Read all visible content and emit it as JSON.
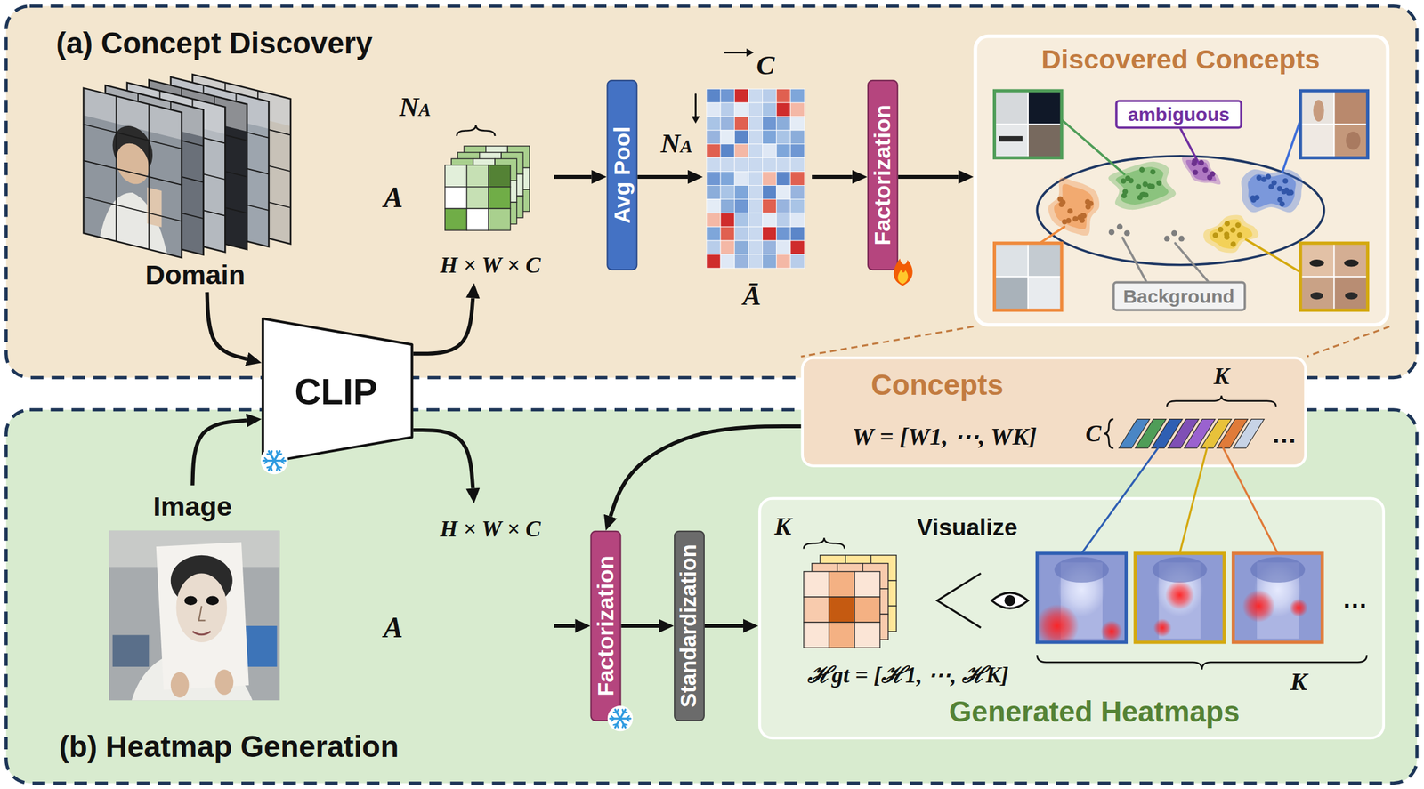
{
  "diagram": {
    "nodes": [
      {
        "text": [
          "(a) Concept Discovery"
        ]
      },
      {
        "text": [
          "Domain"
        ],
        "in": 0
      },
      {
        "text": [
          "NA",
          "A",
          "H × W × C"
        ],
        "in": 0
      },
      {
        "text": [
          "Avg Pool"
        ],
        "in": 0
      },
      {
        "text": [
          "C",
          "NA",
          "Ā"
        ],
        "in": 0
      },
      {
        "text": [
          "Factorization"
        ],
        "in": 0
      },
      {
        "text": [
          "Discovered Concepts"
        ],
        "in": 0
      },
      {
        "text": [
          "ambiguous"
        ],
        "in": 6
      },
      {
        "text": [
          "Background"
        ],
        "in": 6
      },
      {
        "text": [
          "CLIP"
        ]
      },
      {
        "text": [
          "Concepts",
          "W = [W1, ⋯, WK]",
          "C",
          "K",
          "…"
        ]
      },
      {
        "text": [
          "(b) Heatmap Generation"
        ]
      },
      {
        "text": [
          "Image"
        ],
        "in": 11
      },
      {
        "text": [
          "H × W × C",
          "A"
        ],
        "in": 11
      },
      {
        "text": [
          "Factorization"
        ],
        "in": 11
      },
      {
        "text": [
          "Standardization"
        ],
        "in": 11
      },
      {
        "text": [
          "K",
          "Visualize",
          "…",
          "ℋgt = [ℋ1, ⋯, ℋK]",
          "K",
          "Generated Heatmaps"
        ],
        "in": 11
      }
    ],
    "edges": [
      {
        "from": 1,
        "to": 9,
        "arrow": "to"
      },
      {
        "from": 9,
        "to": 2,
        "arrow": "to"
      },
      {
        "from": 2,
        "to": 3,
        "arrow": "to"
      },
      {
        "from": 3,
        "to": 4,
        "arrow": "to"
      },
      {
        "from": 4,
        "to": 5,
        "arrow": "to"
      },
      {
        "from": 5,
        "to": 6,
        "arrow": "to"
      },
      {
        "from": 6,
        "to": 10,
        "arrow": "none"
      },
      {
        "from": 12,
        "to": 9,
        "arrow": "to"
      },
      {
        "from": 9,
        "to": 13,
        "arrow": "to"
      },
      {
        "from": 10,
        "to": 14,
        "arrow": "to"
      },
      {
        "from": 13,
        "to": 14,
        "arrow": "to"
      },
      {
        "from": 14,
        "to": 15,
        "arrow": "to"
      },
      {
        "from": 15,
        "to": 16,
        "arrow": "to"
      }
    ]
  }
}
